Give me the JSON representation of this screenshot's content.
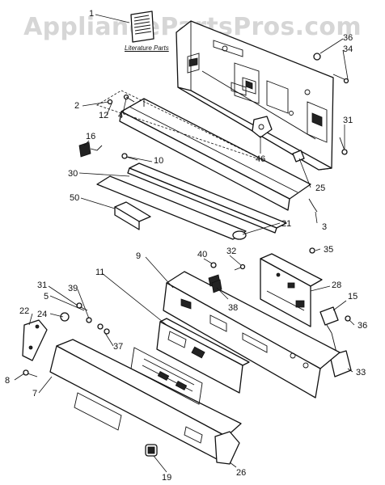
{
  "watermark": "AppliancePartsPros.com",
  "literature_label": "Literature Parts",
  "callouts": {
    "c1": "1",
    "c36a": "36",
    "c34": "34",
    "c2": "2",
    "c12": "12",
    "c4": "4",
    "c31a": "31",
    "c16": "16",
    "c10": "10",
    "c46": "46",
    "c30": "30",
    "c25": "25",
    "c50": "50",
    "c21": "21",
    "c3": "3",
    "c40": "40",
    "c32": "32",
    "c35": "35",
    "c9": "9",
    "c11": "11",
    "c28": "28",
    "c15": "15",
    "c38": "38",
    "c31b": "31",
    "c5": "5",
    "c39": "39",
    "c22": "22",
    "c24": "24",
    "c36b": "36",
    "c37": "37",
    "c33": "33",
    "c8": "8",
    "c7": "7",
    "c19": "19",
    "c26": "26"
  }
}
